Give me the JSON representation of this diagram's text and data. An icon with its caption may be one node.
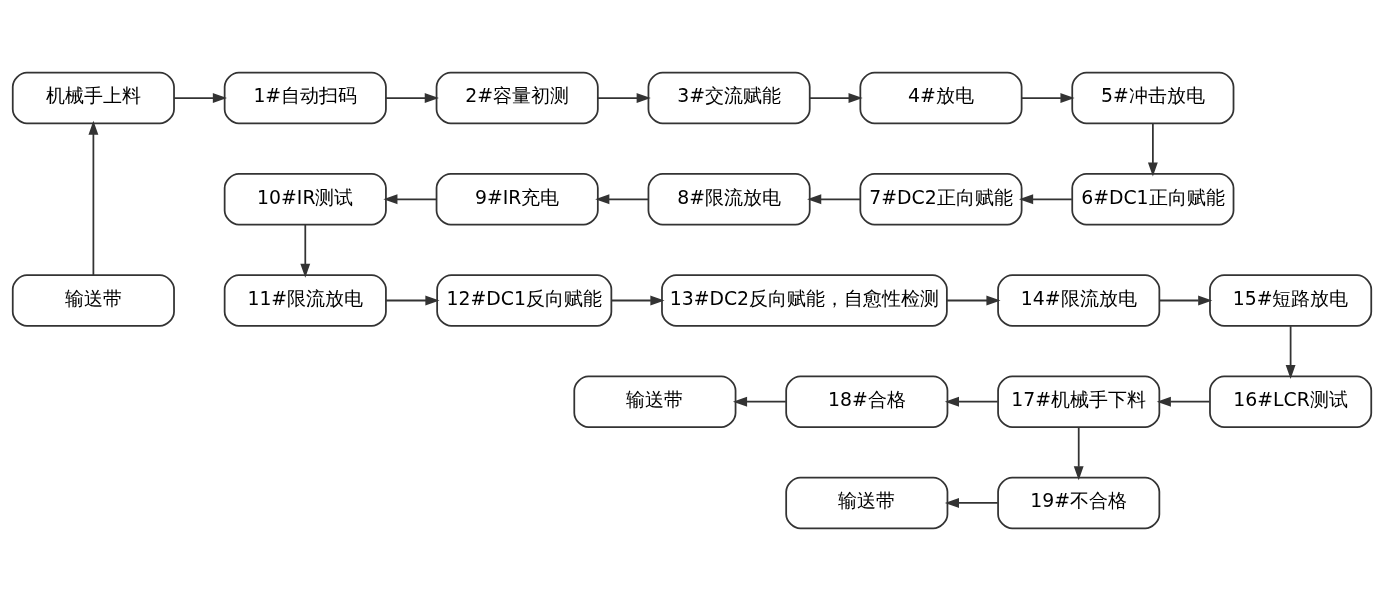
{
  "diagram": {
    "nodes": [
      {
        "text": [
          "机械手上料"
        ]
      },
      {
        "text": [
          "1#自动扫码"
        ]
      },
      {
        "text": [
          "2#容量初测"
        ]
      },
      {
        "text": [
          "3#交流赋能"
        ]
      },
      {
        "text": [
          "4#放电"
        ]
      },
      {
        "text": [
          "5#冲击放电"
        ]
      },
      {
        "text": [
          "10#IR测试"
        ]
      },
      {
        "text": [
          "9#IR充电"
        ]
      },
      {
        "text": [
          "8#限流放电"
        ]
      },
      {
        "text": [
          "7#DC2正向赋能"
        ]
      },
      {
        "text": [
          "6#DC1正向赋能"
        ]
      },
      {
        "text": [
          "输送带"
        ]
      },
      {
        "text": [
          "11#限流放电"
        ]
      },
      {
        "text": [
          "12#DC1反向赋能"
        ]
      },
      {
        "text": [
          "13#DC2反向赋能，自愈性检测"
        ]
      },
      {
        "text": [
          "14#限流放电"
        ]
      },
      {
        "text": [
          "15#短路放电"
        ]
      },
      {
        "text": [
          "输送带"
        ]
      },
      {
        "text": [
          "18#合格"
        ]
      },
      {
        "text": [
          "17#机械手下料"
        ]
      },
      {
        "text": [
          "16#LCR测试"
        ]
      },
      {
        "text": [
          "输送带"
        ]
      },
      {
        "text": [
          "19#不合格"
        ]
      }
    ],
    "edges": [
      {
        "from": 11,
        "to": 0,
        "arrow": "to"
      },
      {
        "from": 0,
        "to": 1,
        "arrow": "to"
      },
      {
        "from": 1,
        "to": 2,
        "arrow": "to"
      },
      {
        "from": 2,
        "to": 3,
        "arrow": "to"
      },
      {
        "from": 3,
        "to": 4,
        "arrow": "to"
      },
      {
        "from": 4,
        "to": 5,
        "arrow": "to"
      },
      {
        "from": 5,
        "to": 10,
        "arrow": "to"
      },
      {
        "from": 10,
        "to": 9,
        "arrow": "to"
      },
      {
        "from": 9,
        "to": 8,
        "arrow": "to"
      },
      {
        "from": 8,
        "to": 7,
        "arrow": "to"
      },
      {
        "from": 7,
        "to": 6,
        "arrow": "to"
      },
      {
        "from": 6,
        "to": 12,
        "arrow": "to"
      },
      {
        "from": 12,
        "to": 13,
        "arrow": "to"
      },
      {
        "from": 13,
        "to": 14,
        "arrow": "to"
      },
      {
        "from": 14,
        "to": 15,
        "arrow": "to"
      },
      {
        "from": 15,
        "to": 16,
        "arrow": "to"
      },
      {
        "from": 16,
        "to": 20,
        "arrow": "to"
      },
      {
        "from": 20,
        "to": 19,
        "arrow": "to"
      },
      {
        "from": 19,
        "to": 18,
        "arrow": "to"
      },
      {
        "from": 18,
        "to": 17,
        "arrow": "to"
      },
      {
        "from": 19,
        "to": 22,
        "arrow": "to"
      },
      {
        "from": 22,
        "to": 21,
        "arrow": "to"
      }
    ]
  }
}
